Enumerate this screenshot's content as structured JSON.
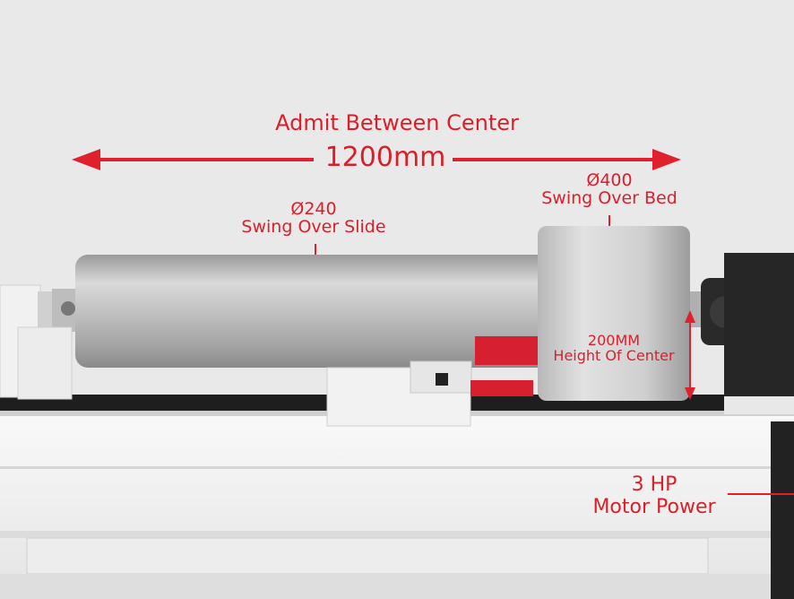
{
  "annotations": {
    "title": "Admit Between Center",
    "length": "1200mm",
    "swing_slide_dim": "Ø240",
    "swing_slide_label": "Swing Over Slide",
    "swing_bed_dim": "Ø400",
    "swing_bed_label": "Swing Over Bed",
    "center_height_dim": "200MM",
    "center_height_label": "Height Of Center",
    "motor_value": "3 HP",
    "motor_label": "Motor Power"
  },
  "colors": {
    "accent": "#e0202c",
    "background": "#e9e9e9",
    "machine_white": "#f4f4f4",
    "steel": "#c8c8c8",
    "dark": "#2b2b2b"
  }
}
